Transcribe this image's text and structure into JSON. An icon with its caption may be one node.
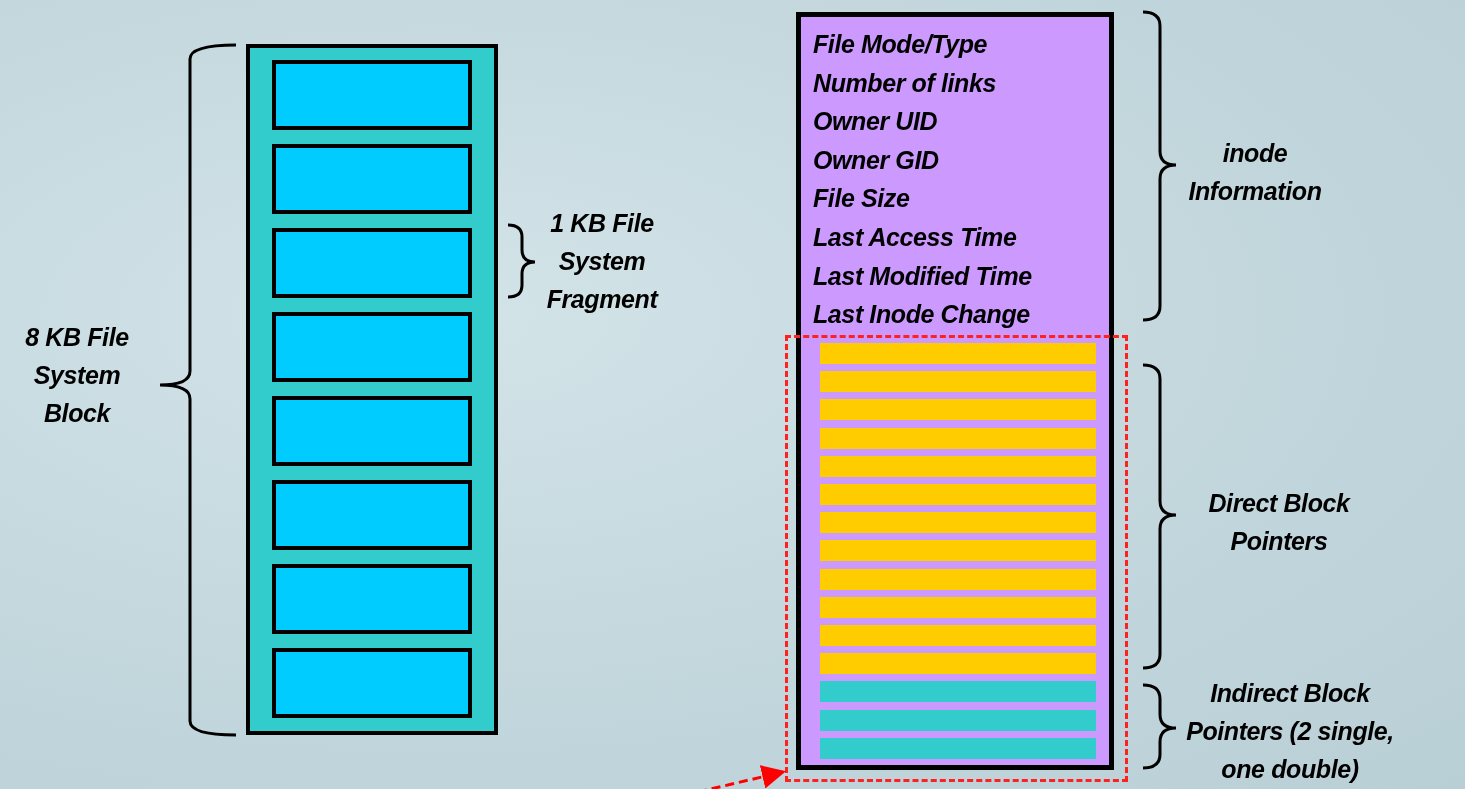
{
  "diagram": {
    "nodes": [
      {
        "text": [],
        "shape": "box"
      },
      {
        "text": [],
        "shape": "box",
        "in": 0
      },
      {
        "text": [],
        "shape": "box",
        "in": 0
      },
      {
        "text": [],
        "shape": "box",
        "in": 0
      },
      {
        "text": [],
        "shape": "box",
        "in": 0
      },
      {
        "text": [],
        "shape": "box",
        "in": 0
      },
      {
        "text": [],
        "shape": "box",
        "in": 0
      },
      {
        "text": [],
        "shape": "box",
        "in": 0
      },
      {
        "text": [],
        "shape": "box",
        "in": 0
      },
      {
        "text": [
          "File Mode/Type",
          "Number of links",
          "Owner UID",
          "Owner GID",
          "File Size",
          "Last Access Time",
          "Last Modified Time",
          "Last Inode Change"
        ]
      },
      {
        "text": [],
        "shape": "box"
      },
      {
        "text": [],
        "shape": "bar",
        "in": 10
      },
      {
        "text": [],
        "shape": "bar",
        "in": 10
      },
      {
        "text": [],
        "shape": "bar",
        "in": 10
      },
      {
        "text": [],
        "shape": "bar",
        "in": 10
      },
      {
        "text": [],
        "shape": "bar",
        "in": 10
      },
      {
        "text": [],
        "shape": "bar",
        "in": 10
      },
      {
        "text": [],
        "shape": "bar",
        "in": 10
      },
      {
        "text": [],
        "shape": "bar",
        "in": 10
      },
      {
        "text": [],
        "shape": "bar",
        "in": 10
      },
      {
        "text": [],
        "shape": "bar",
        "in": 10
      },
      {
        "text": [],
        "shape": "bar",
        "in": 10
      },
      {
        "text": [],
        "shape": "bar",
        "in": 10
      },
      {
        "text": [],
        "shape": "bar",
        "in": 10
      },
      {
        "text": [],
        "shape": "bar",
        "in": 10
      },
      {
        "text": [],
        "shape": "bar",
        "in": 10
      }
    ],
    "edges": [
      {
        "from": null,
        "to": 10,
        "arrow": "to",
        "style": "dashed",
        "color": "#ff0000"
      }
    ],
    "labels": [
      "8 KB File System Block",
      "1 KB File System Fragment",
      "inode Information",
      "Direct Block Pointers",
      "Indirect Block Pointers (2 single, one double)"
    ]
  }
}
